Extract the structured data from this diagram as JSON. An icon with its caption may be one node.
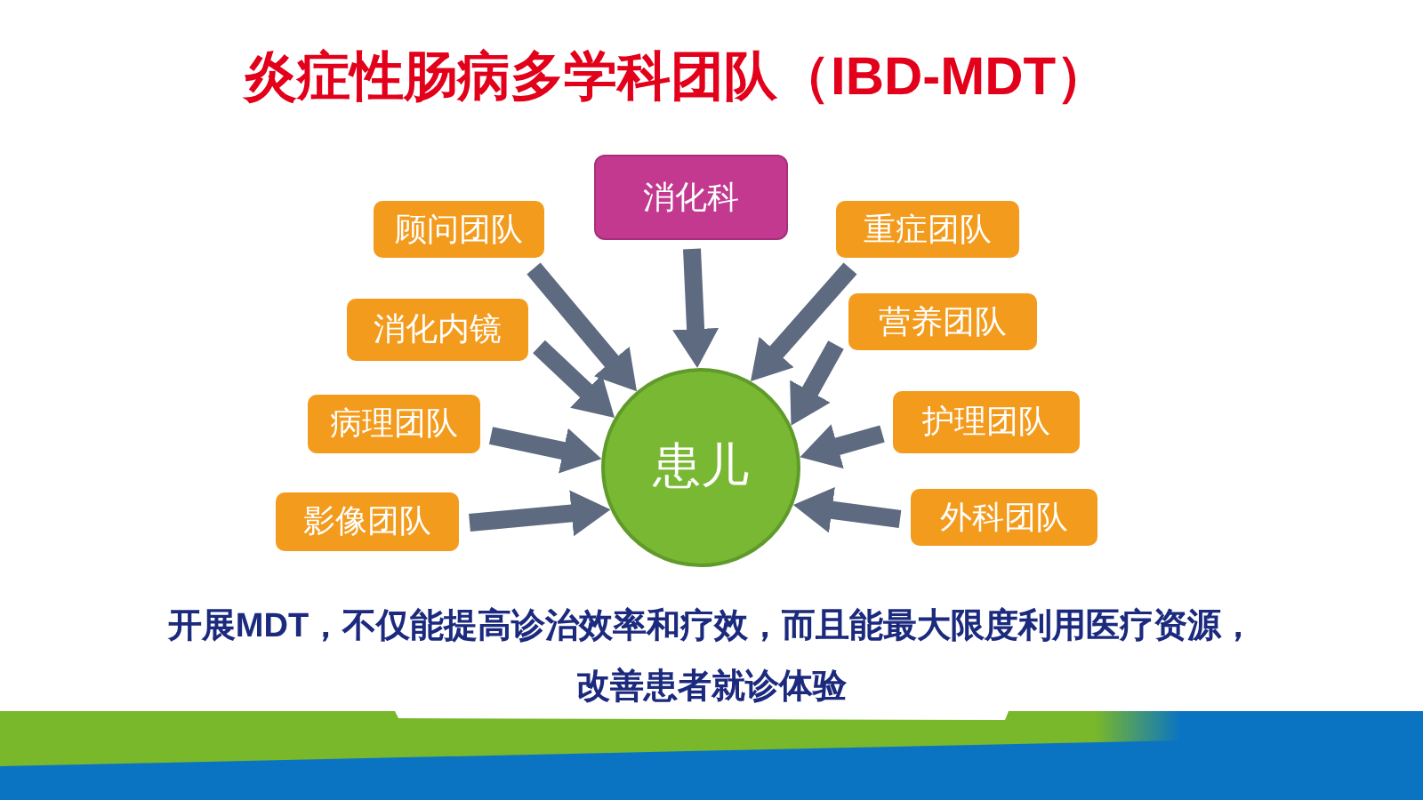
{
  "diagram": {
    "title": "炎症性肠病多学科团队（IBD-MDT）",
    "nodes": [
      {
        "text": [
          "消化科"
        ]
      },
      {
        "text": [
          "顾问团队"
        ]
      },
      {
        "text": [
          "重症团队"
        ]
      },
      {
        "text": [
          "消化内镜"
        ]
      },
      {
        "text": [
          "营养团队"
        ]
      },
      {
        "text": [
          "病理团队"
        ]
      },
      {
        "text": [
          "患儿"
        ]
      },
      {
        "text": [
          "护理团队"
        ]
      },
      {
        "text": [
          "影像团队"
        ]
      },
      {
        "text": [
          "外科团队"
        ]
      }
    ],
    "edges": [
      {
        "from": 0,
        "to": 6,
        "arrow": "to"
      },
      {
        "from": 1,
        "to": 6,
        "arrow": "to"
      },
      {
        "from": 2,
        "to": 6,
        "arrow": "to"
      },
      {
        "from": 3,
        "to": 6,
        "arrow": "to"
      },
      {
        "from": 4,
        "to": 6,
        "arrow": "to"
      },
      {
        "from": 5,
        "to": 6,
        "arrow": "to"
      },
      {
        "from": 7,
        "to": 6,
        "arrow": "to"
      },
      {
        "from": 8,
        "to": 6,
        "arrow": "to"
      },
      {
        "from": 9,
        "to": 6,
        "arrow": "to"
      }
    ],
    "labels": [
      "开展MDT，不仅能提高诊治效率和疗效，而且能最大限度利用医疗资源，改善患者就诊体验"
    ]
  }
}
